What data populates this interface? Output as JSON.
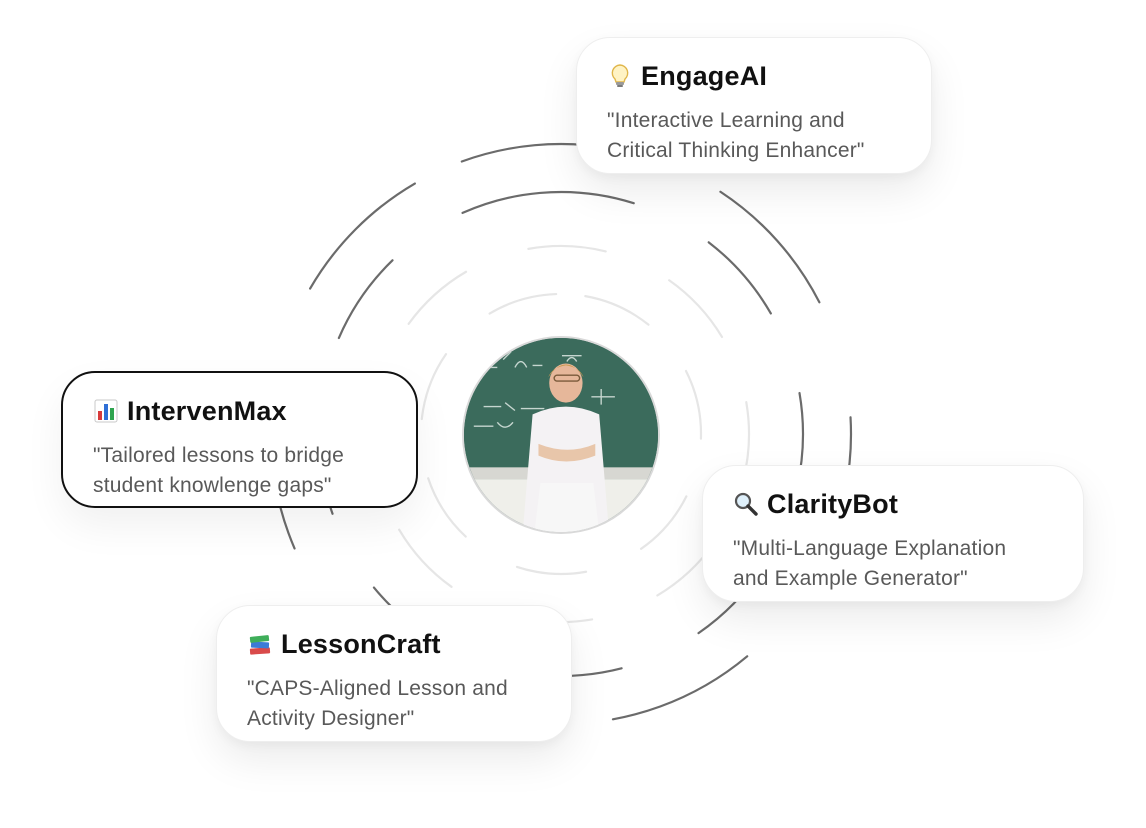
{
  "center": {
    "image": "teacher-at-chalkboard-photo"
  },
  "cards": {
    "engage": {
      "icon": "lightbulb-icon",
      "title": "EngageAI",
      "desc_line1": "\"Interactive Learning and",
      "desc_line2": "Critical Thinking Enhancer\""
    },
    "interv": {
      "icon": "bar-chart-icon",
      "title": "IntervenMax",
      "desc_line1": "\"Tailored lessons to bridge",
      "desc_line2": "student knowlenge gaps\"",
      "active": true
    },
    "clarity": {
      "icon": "magnifier-icon",
      "title": "ClarityBot",
      "desc_line1": "\"Multi-Language Explanation",
      "desc_line2": "and Example Generator\""
    },
    "lesson": {
      "icon": "books-icon",
      "title": "LessonCraft",
      "desc_line1": "\"CAPS-Aligned Lesson and",
      "desc_line2": "Activity Designer\""
    }
  },
  "colors": {
    "ring_dark": "#6b6b6b",
    "ring_light": "#e6e6e6",
    "active_border": "#111111",
    "title": "#111111",
    "desc": "#595959"
  }
}
